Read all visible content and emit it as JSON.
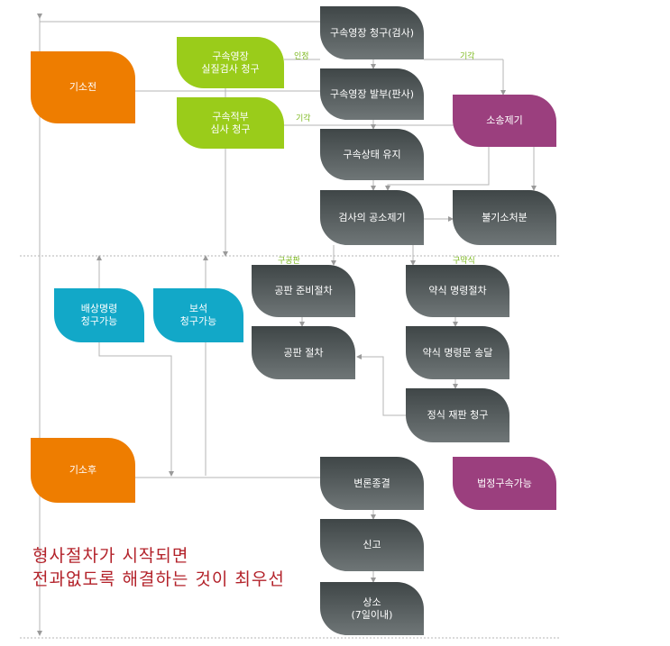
{
  "boxes": {
    "b1": "구속영장 청구(검사)",
    "b2": "구속영장\n실질검사 청구",
    "b3": "기소전",
    "b4": "구속영장 발부(판사)",
    "b5": "구속적부\n심사 청구",
    "b6": "소송제기",
    "b7": "구속상태 유지",
    "b8": "검사의 공소제기",
    "b9": "불기소처분",
    "b10": "공판 준비절차",
    "b11": "약식 명령절차",
    "b12": "배상명령\n청구가능",
    "b13": "보석\n청구가능",
    "b14": "공판 절차",
    "b15": "약식 명령문 송달",
    "b16": "정식 재판 청구",
    "b17": "기소후",
    "b18": "변론종결",
    "b19": "법정구속가능",
    "b20": "신고",
    "b21": "상소\n(7일이내)"
  },
  "labels": {
    "accept": "인정",
    "reject1": "기각",
    "reject2": "기각",
    "trial": "구공판",
    "summary": "구약식"
  },
  "overlay": {
    "line1": "형사절차가 시작되면",
    "line2": "전과없도록 해결하는 것이 최우선"
  },
  "colors": {
    "gray": "#5a6162",
    "orange": "#ee7d00",
    "green": "#9acc1a",
    "purple": "#9b3f7e",
    "cyan": "#12a8c8",
    "label": "#7cb81d",
    "overlay": "#b3222a"
  }
}
